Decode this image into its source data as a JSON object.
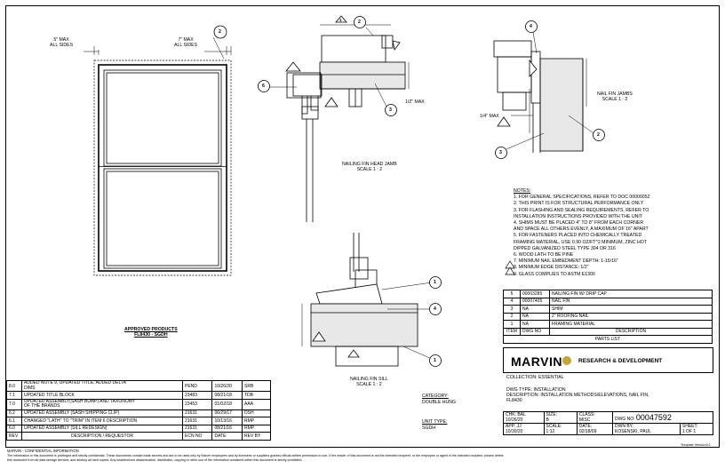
{
  "views": {
    "elevation": {
      "dim_left": "5\" MAX\nALL SIDES",
      "dim_right": "7\" MAX\nALL SIDES",
      "caption": "APPROVED PRODUCTS\nFL8430 - SGDH"
    },
    "head": {
      "caption": "NAILING FIN HEAD JAMB\nSCALE 1 : 2",
      "dim": "1/2\" MAX"
    },
    "jamb": {
      "caption": "NAIL FIN JAMBS\nSCALE 1 : 2",
      "dim": "1/4\" MAX"
    },
    "sill": {
      "caption": "NAILING FIN SILL\nSCALE 1 : 2"
    }
  },
  "balloons": {
    "head": [
      "2",
      "6",
      "3"
    ],
    "jamb": [
      "4",
      "2",
      "3"
    ],
    "elev": [
      "2"
    ],
    "sill": [
      "1",
      "4",
      "1"
    ],
    "elev_tri": "1"
  },
  "notes": {
    "title": "NOTES:",
    "items": [
      "1. FOR GENERAL SPECIFICATIONS, REFER TO DOC 00000052",
      "2. THIS PRINT IS FOR STRUCTURAL PERFORMANCE ONLY",
      "3. FOR FLASHING AND SEALING REQUIREMENTS, REFER TO",
      "    INSTALLATION INSTRUCTIONS PROVIDED WITH THE UNIT",
      "4. SHIMS MUST BE PLACED 4\" TO 8\" FROM EACH CORNER",
      "    AND SPACE ALL OTHERS EVENLY, A MAXIMUM OF 16\" APART",
      "5. FOR FASTENERS PLACED INTO CHEMICALLY TREATED",
      "    FRAMING MATERIAL, USE 0.90 OZ/FT^2 MINIMUM, ZINC HOT",
      "    DIPPED GALVANIZED STEEL TYPE 304 OR 316",
      "6. WOOD LATH TO BE PINE",
      "7. MINIMUM NAIL EMBEDMENT DEPTH: 1-15/16\"",
      "8. MINIMUM EDGE DISTANCE: 1/2\"",
      "9. GLASS COMPLIES TO ASTM E1300"
    ]
  },
  "parts": {
    "rows": [
      {
        "item": "5",
        "dwg": "00003285",
        "desc": "NAILING FIN W/ DRIP CAP"
      },
      {
        "item": "4",
        "dwg": "00007405",
        "desc": "NAIL FIN"
      },
      {
        "item": "3",
        "dwg": "NA",
        "desc": "SHIM"
      },
      {
        "item": "2",
        "dwg": "NA",
        "desc": "2\" ROOFING NAIL"
      },
      {
        "item": "1",
        "dwg": "NA",
        "desc": "FRAMING MATERIAL"
      }
    ],
    "header": {
      "item": "ITEM",
      "dwg": "DWG NO",
      "desc": "DESCRIPTION"
    },
    "title": "PARTS LIST"
  },
  "titleblock": {
    "logo": "MARVIN",
    "dept": "RESEARCH & DEVELOPMENT",
    "collection": "COLLECTION:  ESSENTIAL",
    "dwg_type": "DWG TYPE:   INSTALLATION",
    "description": "DESCRIPTION:  INSTALLATION METHODS/ELEVATIONS, NAIL FIN,",
    "description2": "FL8430",
    "category_label": "CATEGORY:",
    "category": "DOUBLE HUNG",
    "unit_type_label": "UNIT TYPE:",
    "unit_type": "SGDH",
    "chk_label": "CHK:",
    "chk": "BAL",
    "chk_date": "10/26/20",
    "size_label": "SIZE:",
    "size": "B",
    "class_label": "CLASS:",
    "class": "MISC",
    "dwgno_label": "DWG NO:",
    "dwgno": "00047592",
    "app_label": "APP:",
    "app": "JJ",
    "app_date": "10/30/20",
    "scale_label": "SCALE:",
    "scale": "1:12",
    "date_label": "DATE:",
    "date": "02/18/09",
    "dwn_label": "DWN BY:",
    "dwn": "KOSENSKI, PAUL",
    "sheet_label": "SHEET:",
    "sheet": "1 OF 1"
  },
  "revisions": {
    "rows": [
      {
        "rev": "8.0",
        "desc": "ADDED NOTE 9, UPDATED TITLE, ADDED DELTA\nDIMS",
        "ecn": "PEND",
        "date": "10/26/20",
        "by": "SRB"
      },
      {
        "rev": "7.1",
        "desc": "UPDATED TITLE BLOCK",
        "ecn": "23483",
        "date": "08/21/18",
        "by": "TDB"
      },
      {
        "rev": "7.0",
        "desc": "UPDATED ASSEMBLY(SASH BUMP) AND TAXONOMY\nOF THE BRANDS",
        "ecn": "23453",
        "date": "01/02/18",
        "by": "AAA"
      },
      {
        "rev": "6.2",
        "desc": "UPDATED ASSEMBLY (SASH SHIPPING CLIP)",
        "ecn": "21631",
        "date": "06/29/17",
        "by": "DSH"
      },
      {
        "rev": "6.1",
        "desc": "CHANGED \"LATH\" TO \"TRIM\" IN ITEM 6 DESCRIPTION",
        "ecn": "21631",
        "date": "10/13/16",
        "by": "RMP"
      },
      {
        "rev": "6.0",
        "desc": "UPDATED ASSEMBLY (SILL REDESIGN)",
        "ecn": "21631",
        "date": "08/21/16",
        "by": "RMP"
      }
    ],
    "header": {
      "rev": "REV",
      "desc": "DESCRIPTION / REQUESTOR",
      "ecn": "ECN NO",
      "date": "DATE",
      "by": "REV BY"
    }
  },
  "footer": {
    "line0": "MARVIN - CONFIDENTIAL INFORMATION",
    "line1": "The information in this document is privileged and strictly confidential. These documents contain trade secrets and are to be used only by Marvin employees and by licensees or suppliers granted official written permission to use. If the reader of this document is not the intended recipient, or the employee or agent of the intended recipient, please delete",
    "line2": "this document from all data storage devices, and destroy all hard copies. Any unauthorized dissemination, distribution, copying or other use of the information contained within this document is strictly prohibited.",
    "template": "Template Version:6.2"
  }
}
